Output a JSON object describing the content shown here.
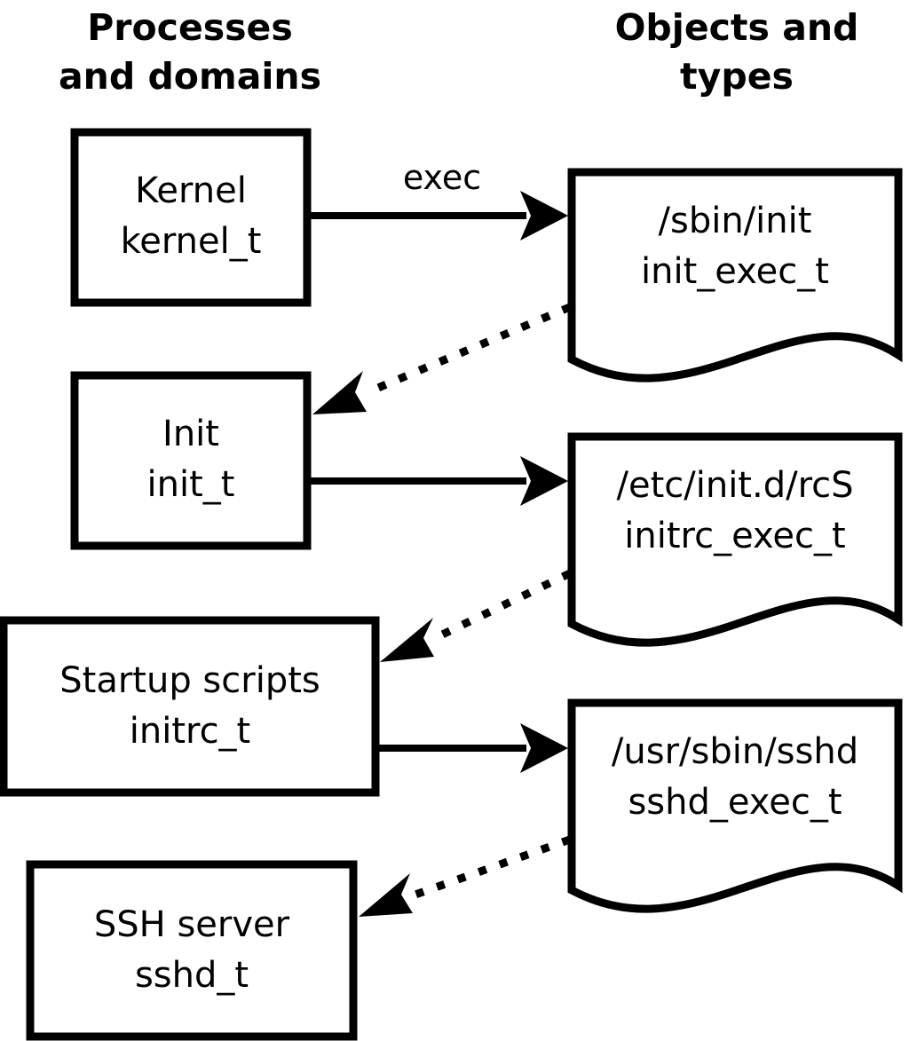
{
  "diagram": {
    "title_left": "Processes\nand domains",
    "columns": [
      {
        "id": "processes",
        "line1": "Processes",
        "line2": "and domains"
      },
      {
        "id": "objects",
        "line1": "Objects and",
        "line2": "types"
      }
    ],
    "process_nodes": [
      {
        "id": "kernel",
        "line1": "Kernel",
        "line2": "kernel_t"
      },
      {
        "id": "init",
        "line1": "Init",
        "line2": "init_t"
      },
      {
        "id": "startup-scripts",
        "line1": "Startup scripts",
        "line2": "initrc_t"
      },
      {
        "id": "ssh-server",
        "line1": "SSH server",
        "line2": "sshd_t"
      }
    ],
    "object_nodes": [
      {
        "id": "sbin-init",
        "line1": "/sbin/init",
        "line2": "init_exec_t"
      },
      {
        "id": "etc-initd-rcs",
        "line1": "/etc/init.d/rcS",
        "line2": "initrc_exec_t"
      },
      {
        "id": "usr-sbin-sshd",
        "line1": "/usr/sbin/sshd",
        "line2": "sshd_exec_t"
      }
    ],
    "edges": [
      {
        "id": "kernel-exec-init",
        "from": "kernel",
        "to": "sbin-init",
        "label": "exec",
        "style": "solid"
      },
      {
        "id": "initexec-transition-init",
        "from": "sbin-init",
        "to": "init",
        "label": "",
        "style": "dotted"
      },
      {
        "id": "init-exec-rcs",
        "from": "init",
        "to": "etc-initd-rcs",
        "label": "",
        "style": "solid"
      },
      {
        "id": "initrcexec-transition-initrc",
        "from": "etc-initd-rcs",
        "to": "startup-scripts",
        "label": "",
        "style": "dotted"
      },
      {
        "id": "initrc-exec-sshd",
        "from": "startup-scripts",
        "to": "usr-sbin-sshd",
        "label": "",
        "style": "solid"
      },
      {
        "id": "sshdexec-transition-sshd",
        "from": "usr-sbin-sshd",
        "to": "ssh-server",
        "label": "",
        "style": "dotted"
      }
    ],
    "colors": {
      "background": "#ffffff",
      "stroke": "#000000",
      "text": "#000000"
    }
  }
}
